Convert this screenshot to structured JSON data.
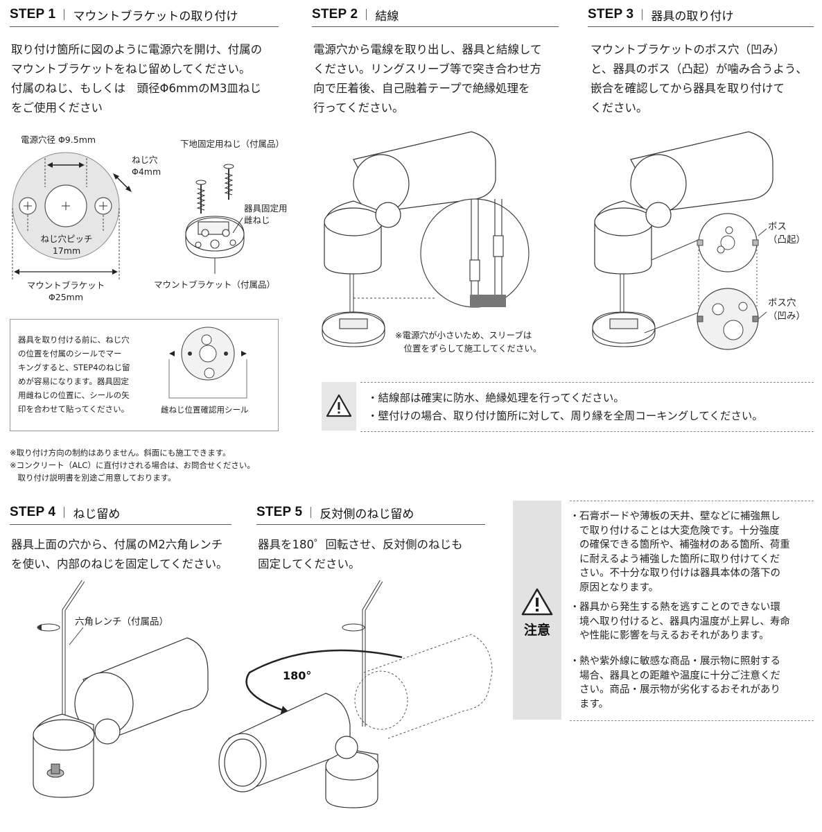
{
  "step1": {
    "num": "STEP 1",
    "title": "マウントブラケットの取り付け",
    "text": "取り付け箇所に図のように電源穴を開け、付属の\nマウントブラケットをねじ留めしてください。\n付属のねじ、もしくは　頭径Φ6mmのM3皿ねじ\nをご使用ください",
    "label_power_hole": "電源穴径 Φ9.5mm",
    "label_screw_hole": "ねじ穴\nΦ4mm",
    "label_pitch": "ねじ穴ピッチ\n17mm",
    "label_bracket_dia": "マウントブラケット\nΦ25mm",
    "label_base_screw": "下地固定用ねじ（付属品）",
    "label_female_screw": "器具固定用\n雌ねじ",
    "label_bracket_item": "マウントブラケット（付属品）",
    "note_box": "器具を取り付ける前に、ねじ穴\nの位置を付属のシールでマー\nキングすると、STEP4のねじ留\nめが容易になります。器具固定\n用雌ねじの位置に、シールの矢\n印を合わせて貼ってください。",
    "note_box_label": "雌ねじ位置確認用シール",
    "footnotes": "※取り付け方向の制約はありません。斜面にも施工できます。\n※コンクリート（ALC）に直付けされる場合は、お問合せください。\n　取り付け説明書を別途ご用意しております。"
  },
  "step2": {
    "num": "STEP 2",
    "title": "結線",
    "text": "電源穴から電線を取り出し、器具と結線して\nください。リングスリーブ等で突き合わせ方\n向で圧着後、自己融着テープで絶縁処理を\n行ってください。",
    "note": "※電源穴が小さいため、スリーブは\n　位置をずらして施工してください。"
  },
  "step3": {
    "num": "STEP 3",
    "title": "器具の取り付け",
    "text": "マウントブラケットのボス穴（凹み）\nと、器具のボス（凸起）が噛み合うよう、\n嵌合を確認してから器具を取り付けて\nください。",
    "label_boss": "ボス\n（凸起）",
    "label_boss_hole": "ボス穴\n（凹み）"
  },
  "warning_mid": {
    "lines": [
      "・結線部は確実に防水、絶縁処理を行ってください。",
      "・壁付けの場合、取り付け箇所に対して、周り縁を全周コーキングしてください。"
    ]
  },
  "step4": {
    "num": "STEP 4",
    "title": "ねじ留め",
    "text": "器具上面の穴から、付属のM2六角レンチ\nを使い、内部のねじを固定してください。",
    "label_wrench": "六角レンチ（付属品）"
  },
  "step5": {
    "num": "STEP 5",
    "title": "反対側のねじ留め",
    "text": "器具を180゜回転させ、反対側のねじも\n固定してください。",
    "label_180": "180°"
  },
  "caution": {
    "label": "注意",
    "items": [
      "石膏ボードや薄板の天井、壁などに補強無し\nで取り付けることは大変危険です。十分強度\nの確保できる箇所や、補強材のある箇所、荷重\nに耐えるよう補強した箇所に取り付けてくだ\nさい。不十分な取り付けは器具本体の落下の\n原因となります。",
      "器具から発生する熱を逃すことのできない環\n境へ取り付けると、器具内温度が上昇し、寿命\nや性能に影響を与えるおそれがあります。",
      "熱や紫外線に敏感な商品・展示物に照射する\n場合、器具との距離や温度に十分ご注意くだ\nさい。商品・展示物が劣化するおそれがあり\nます。"
    ]
  }
}
